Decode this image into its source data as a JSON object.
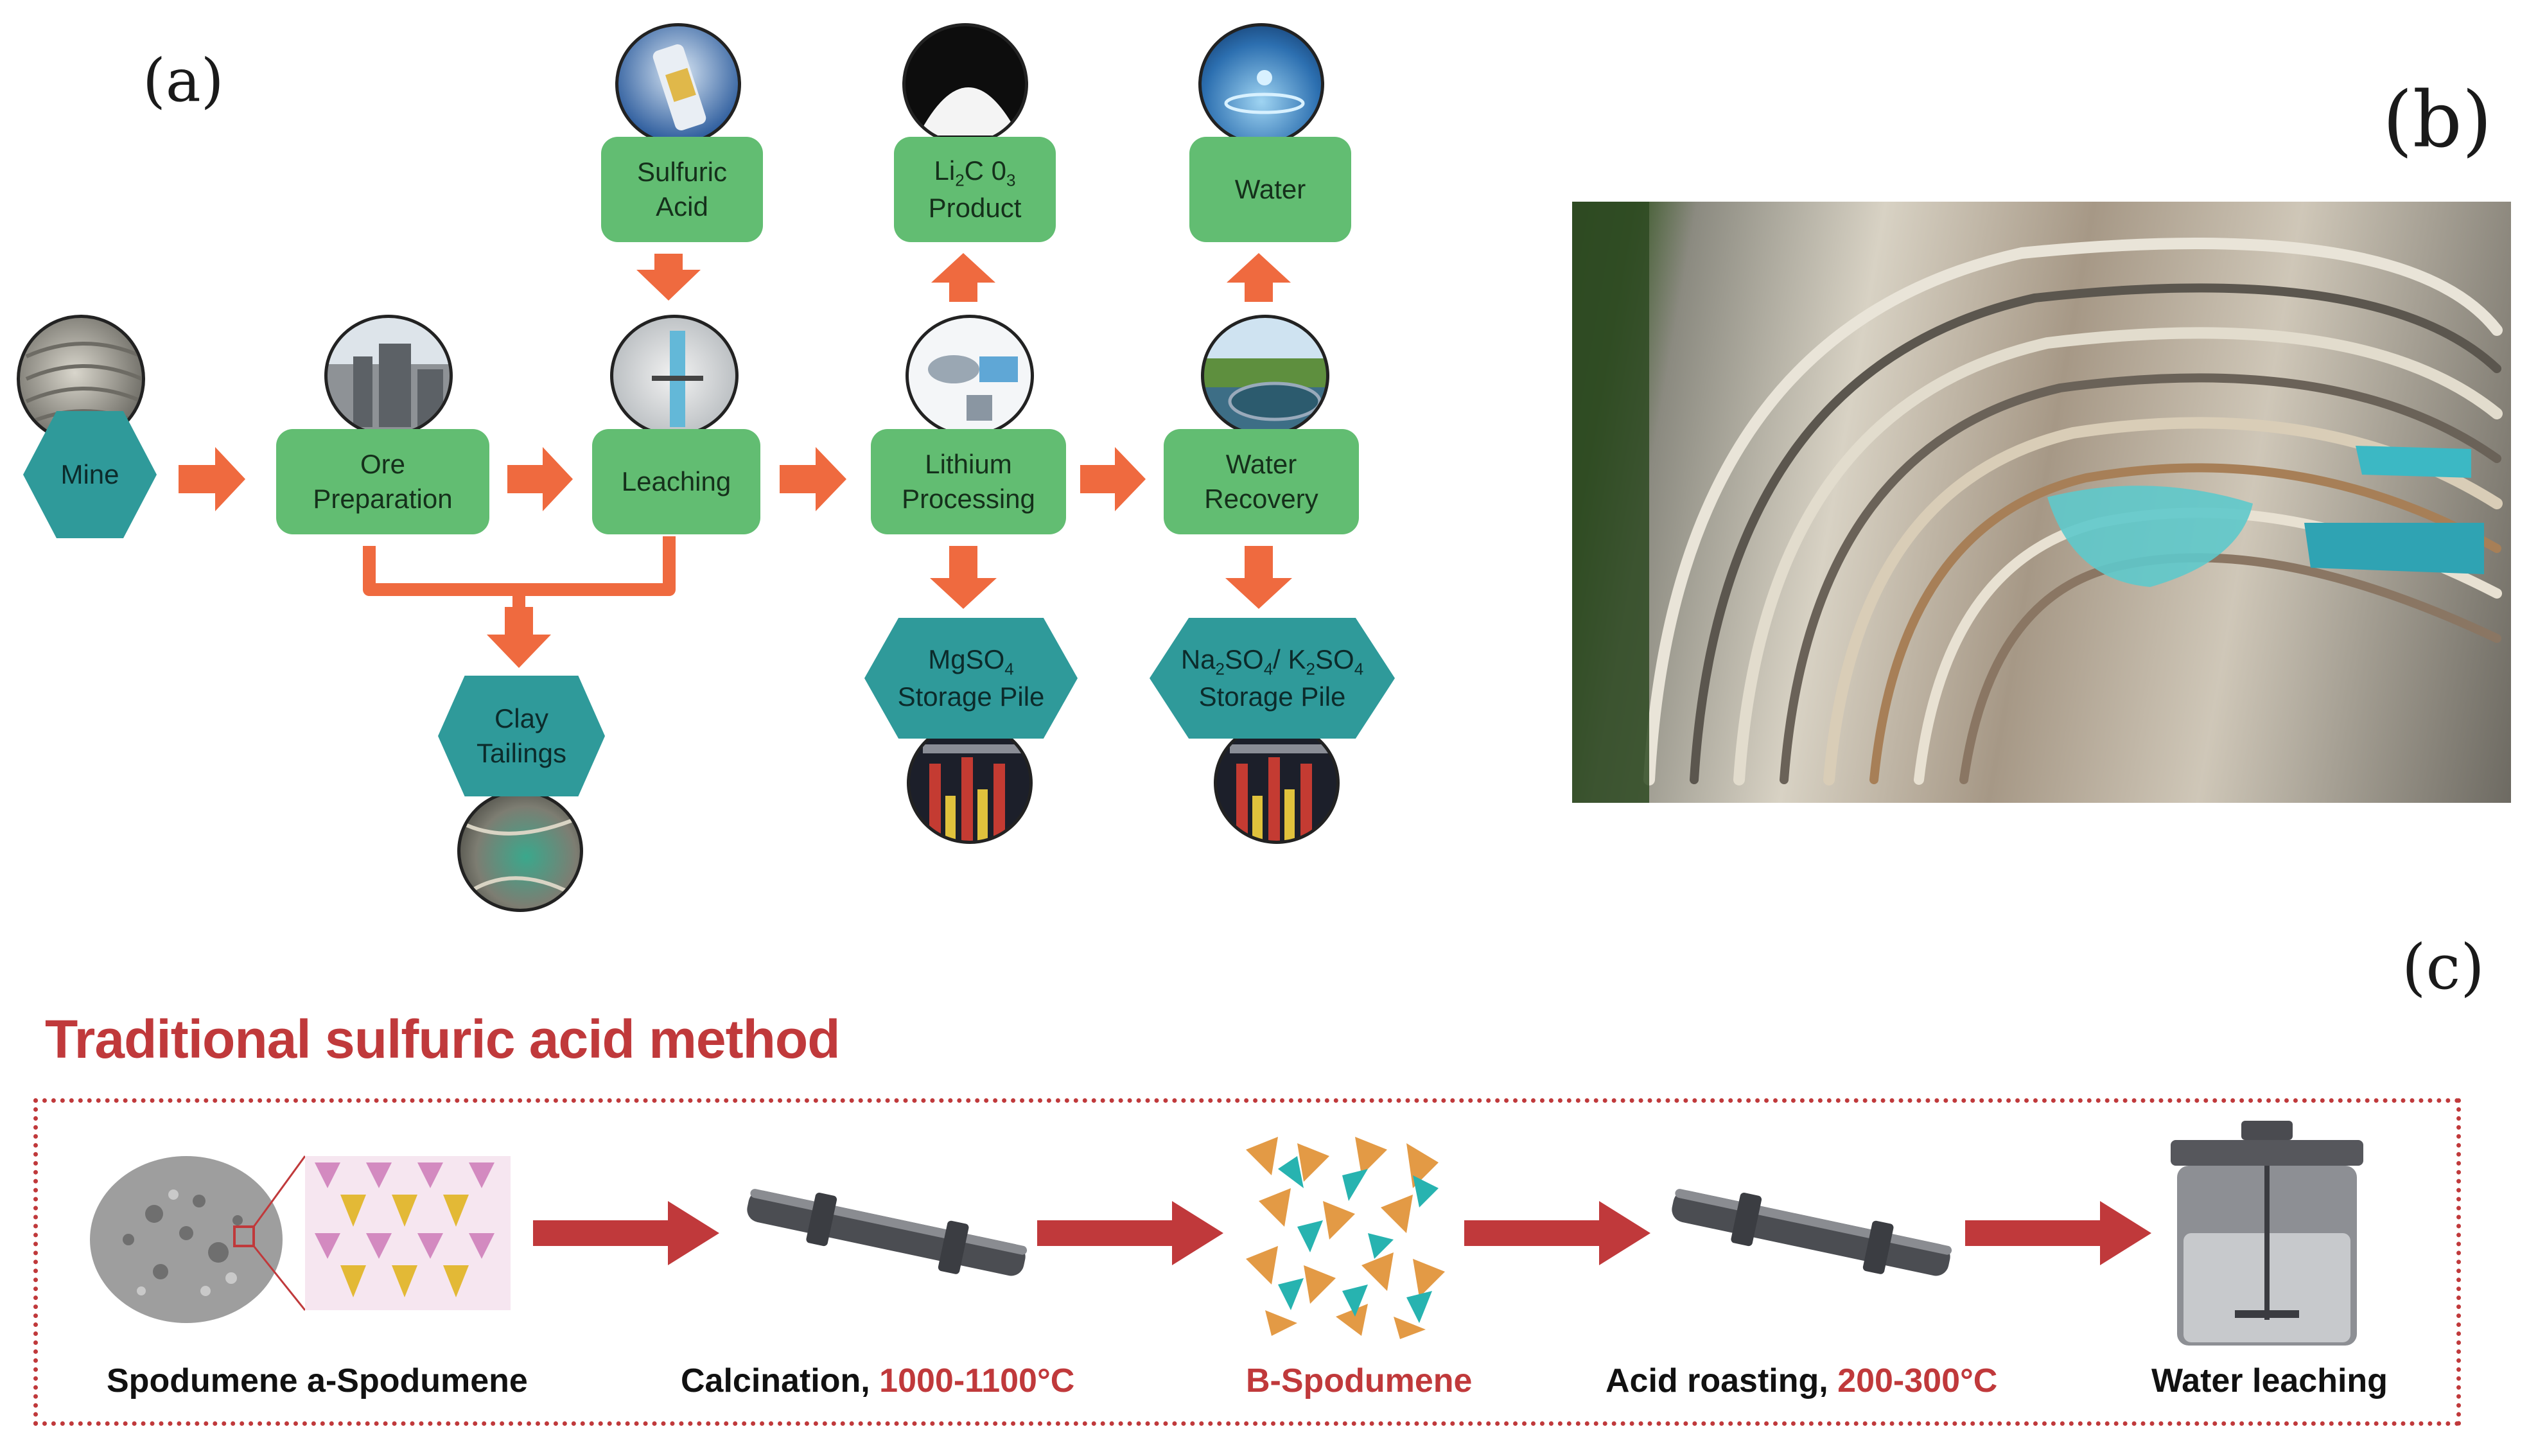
{
  "panel_labels": {
    "a": "(a)",
    "b": "(b)",
    "c": "(c)"
  },
  "panel_a": {
    "mine": "Mine",
    "ore_preparation": "Ore\nPreparation",
    "leaching": "Leaching",
    "lithium_processing": "Lithium\nProcessing",
    "water_recovery": "Water\nRecovery",
    "sulfuric_acid": "Sulfuric\nAcid",
    "li2co3_product": {
      "line1": "Li",
      "sub1": "2",
      "mid": "C 0",
      "sub2": "3",
      "line2": "Product"
    },
    "water": "Water",
    "clay_tailings": "Clay\nTailings",
    "mgso4": {
      "line1": "MgSO",
      "sub1": "4",
      "line2": "Storage Pile"
    },
    "na2so4": {
      "a": "Na",
      "s1": "2",
      "b": "SO",
      "s2": "4",
      "c": "/ K",
      "s3": "2",
      "d": "SO",
      "s4": "4",
      "line2": "Storage Pile"
    }
  },
  "panel_c": {
    "title": "Traditional sulfuric acid method",
    "step1": "Spodumene a-Spodumene",
    "step2_label": "Calcination, ",
    "step2_temp": "1000-1100°C",
    "step3": "B-Spodumene",
    "step4_label": "Acid roasting, ",
    "step4_temp": "200-300°C",
    "step5": "Water leaching"
  },
  "colors": {
    "green_box": "#62bd72",
    "teal_hex": "#2f9a9a",
    "orange_arrow": "#ef6a3f",
    "red_accent": "#c0393b"
  }
}
